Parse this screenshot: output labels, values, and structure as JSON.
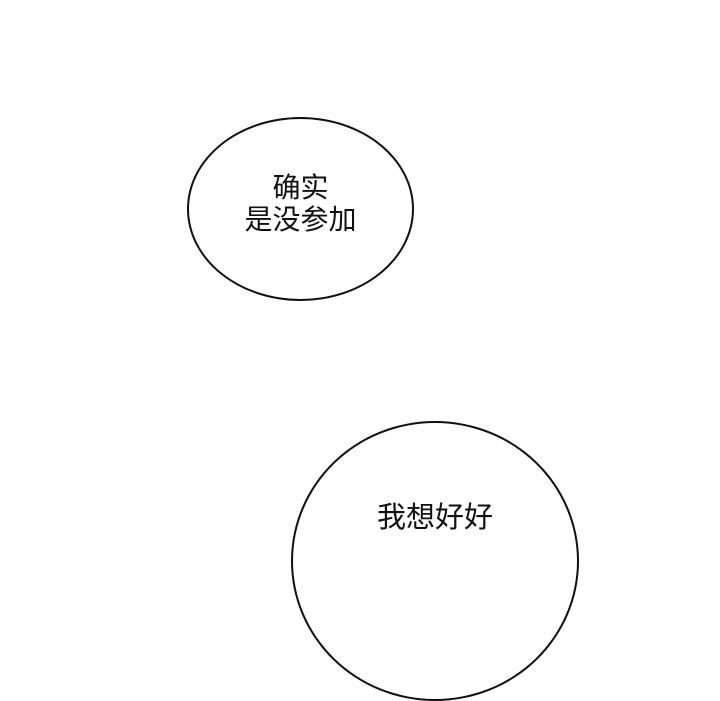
{
  "bubbles": [
    {
      "lines": [
        "确实",
        "是没参加"
      ]
    },
    {
      "lines": [
        "我想好好"
      ]
    }
  ]
}
